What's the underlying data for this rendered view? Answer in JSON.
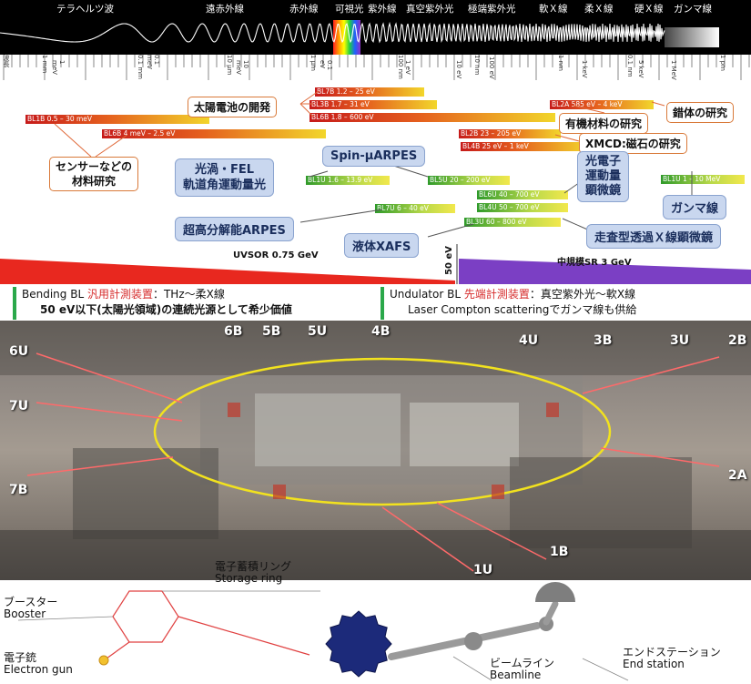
{
  "spectrum": {
    "bands": [
      "テラヘルツ波",
      "遠赤外線",
      "赤外線",
      "可視光",
      "紫外線",
      "真空紫外光",
      "極端紫外光",
      "軟Ｘ線",
      "柔Ｘ線",
      "硬Ｘ線",
      "ガンマ線"
    ],
    "scale_labels": [
      "波長",
      "1 mm",
      "0.1 mm",
      "10 μm",
      "1 μm",
      "100 nm",
      "10 nm",
      "1 nm",
      "0.1 nm",
      "1 pm"
    ],
    "energy_labels": [
      "1 meV",
      "0.1 meV",
      "10 meV",
      "0.1 eV",
      "1 eV",
      "10 eV",
      "100 eV",
      "1 keV",
      "5 keV",
      "1 MeV"
    ]
  },
  "beamlines": {
    "bl7b": "BL7B 1.2 – 25 eV",
    "bl3b": "BL3B 1.7 – 31 eV",
    "bl6b": "BL6B 1.8 – 600 eV",
    "bl1b": "BL1B 0.5 – 30 meV",
    "bl6b2": "BL6B 4 meV – 2.5 eV",
    "bl2a": "BL2A 585 eV – 4 keV",
    "bl2b": "BL2B 23 – 205 eV",
    "bl4b": "BL4B 25 eV – 1 keV",
    "bl1u": "BL1U 1.6 – 13.9 eV",
    "bl5u": "BL5U 20 – 200 eV",
    "bl6u": "BL6U 40 – 700 eV",
    "bl4u": "BL4U 50 – 700 eV",
    "bl3u": "BL3U 60 – 800 eV",
    "bl7u": "BL7U 6 – 40 eV",
    "bl1u_gamma": "BL1U 1 – 10 MeV"
  },
  "applications": {
    "solar": "太陽電池の開発",
    "organic": "有機材料の研究",
    "complex": "錯体の研究",
    "xmcd": "XMCD:磁石の研究",
    "sensor_l1": "センサーなどの",
    "sensor_l2": "材料研究",
    "vortex_l1": "光渦・FEL",
    "vortex_l2": "軌道角運動量光",
    "spin": "Spin-μARPES",
    "pem_l1": "光電子",
    "pem_l2": "運動量",
    "pem_l3": "顕微鏡",
    "gamma": "ガンマ線",
    "arpes": "超高分解能ARPES",
    "liquid": "液体XAFS",
    "stxm": "走査型透過Ｘ線顕微鏡"
  },
  "energy_bar": {
    "uvsor": "UVSOR 0.75 GeV",
    "mid": "50 eV",
    "sr3": "中規模SR 3 GeV"
  },
  "info": {
    "bend_prefix": "Bending BL ",
    "bend_red": "汎用計測装置",
    "bend_suffix": "：THz～柔X線",
    "bend_line2": "50 eV以下(太陽光領域)の連続光源として希少価値",
    "und_prefix": "Undulator BL ",
    "und_red": "先端計測装置",
    "und_suffix": "：真空紫外光～軟X線",
    "und_line2": "Laser Compton scatteringでガンマ線も供給"
  },
  "photo_labels": [
    "6U",
    "6B",
    "5B",
    "5U",
    "4B",
    "4U",
    "3B",
    "3U",
    "2B",
    "7U",
    "2A",
    "7B",
    "1B",
    "1U"
  ],
  "schematic": {
    "booster_jp": "ブースター",
    "booster_en": "Booster",
    "ring_jp": "電子蓄積リング",
    "ring_en": "Storage ring",
    "gun_jp": "電子銃",
    "gun_en": "Electron gun",
    "beamline_jp": "ビームライン",
    "beamline_en": "Beamline",
    "end_jp": "エンドステーション",
    "end_en": "End station"
  },
  "colors": {
    "bending": "#e8281f",
    "undulator": "#7b3fc4",
    "ring_blue": "#1c2a7a",
    "accent_red": "#d62b2b"
  }
}
